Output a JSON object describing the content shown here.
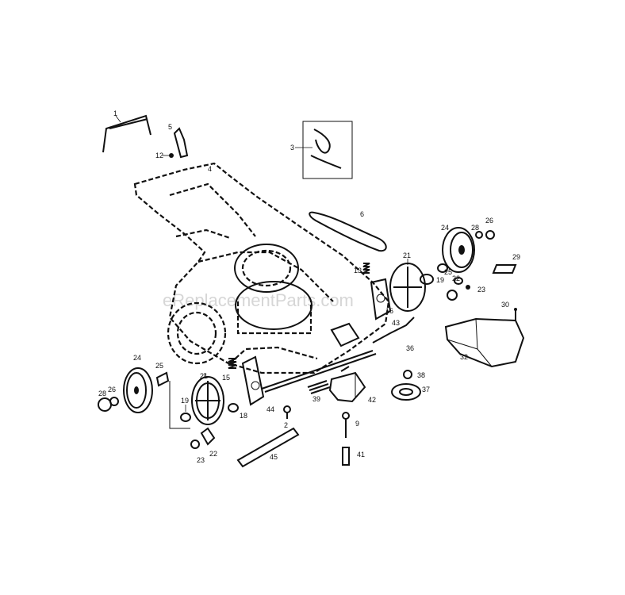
{
  "watermark": "eReplacementParts.com",
  "callouts": {
    "c1": "1",
    "c5": "5",
    "c12": "12",
    "c4": "4",
    "c3": "3",
    "c6": "6",
    "c13a": "13",
    "c21a": "21",
    "c19a": "19",
    "c16": "16",
    "c43": "43",
    "c36": "36",
    "c24a": "24",
    "c26a": "26",
    "c28a": "28",
    "c25a": "25",
    "c22a": "22",
    "c23a": "23",
    "c29": "29",
    "c30": "30",
    "c32": "32",
    "c24b": "24",
    "c25b": "25",
    "c26b": "26",
    "c28b": "28",
    "c19b": "19",
    "c21b": "21",
    "c15": "15",
    "c44": "44",
    "c18": "18",
    "c22b": "22",
    "c23b": "23",
    "c2": "2",
    "c39": "39",
    "c42": "42",
    "c38": "38",
    "c37": "37",
    "c9": "9",
    "c41": "41",
    "c45": "45"
  }
}
